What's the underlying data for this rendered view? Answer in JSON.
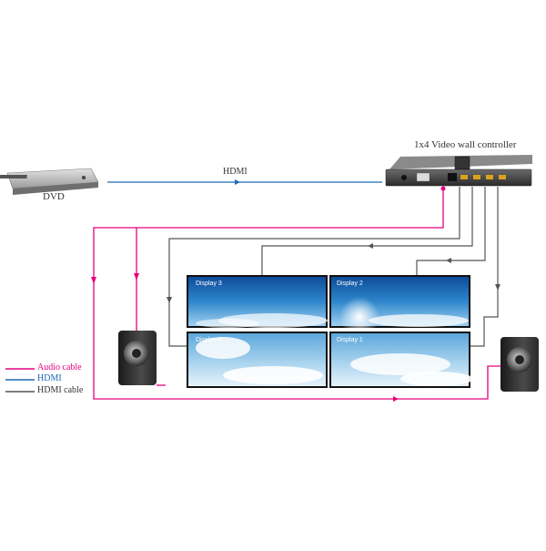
{
  "controller": {
    "title": "1x4 Video wall controller"
  },
  "source": {
    "name": "DVD"
  },
  "link": {
    "label": "HDMI"
  },
  "displays": [
    {
      "name": "Display 3"
    },
    {
      "name": "Display 2"
    },
    {
      "name": "Display 4"
    },
    {
      "name": "Display 1"
    }
  ],
  "legend": {
    "items": [
      {
        "label": "Audio cable",
        "color": "#e6007e"
      },
      {
        "label": "HDMI",
        "color": "#1e6ab4"
      },
      {
        "label": "HDMI cable",
        "color": "#555555"
      }
    ]
  },
  "colors": {
    "audio": "#e6007e",
    "hdmi": "#1e6ab4",
    "hdmi_cable": "#555555"
  }
}
